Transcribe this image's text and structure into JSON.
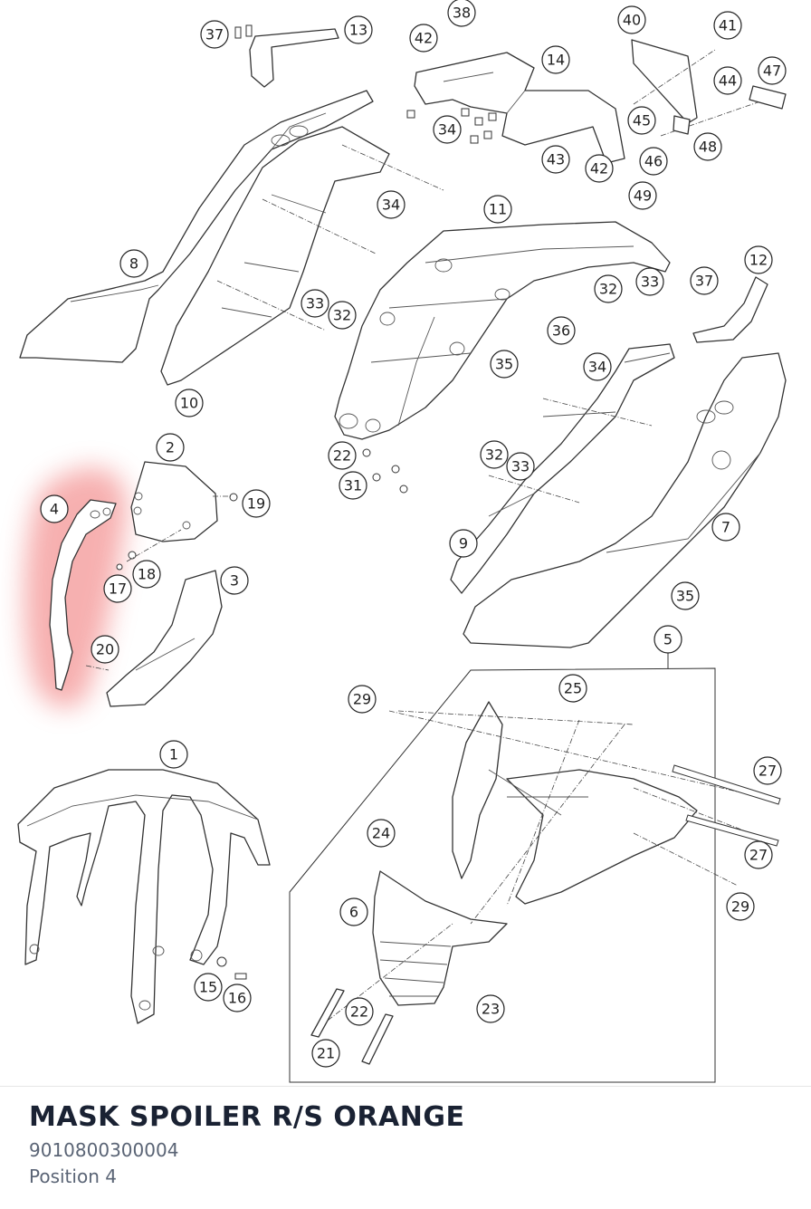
{
  "part": {
    "name": "MASK SPOILER R/S ORANGE",
    "number": "9010800300004",
    "position": "Position 4"
  },
  "highlight": {
    "callout": "4",
    "color": "#f07070"
  },
  "callouts": [
    "37",
    "13",
    "38",
    "42",
    "14",
    "40",
    "41",
    "44",
    "47",
    "34",
    "45",
    "46",
    "48",
    "43",
    "42",
    "49",
    "34",
    "11",
    "12",
    "37",
    "8",
    "33",
    "32",
    "32",
    "33",
    "36",
    "10",
    "35",
    "34",
    "2",
    "4",
    "19",
    "22",
    "31",
    "32",
    "33",
    "7",
    "9",
    "18",
    "17",
    "3",
    "35",
    "20",
    "5",
    "29",
    "25",
    "1",
    "27",
    "24",
    "27",
    "29",
    "6",
    "15",
    "16",
    "23",
    "22",
    "21"
  ]
}
